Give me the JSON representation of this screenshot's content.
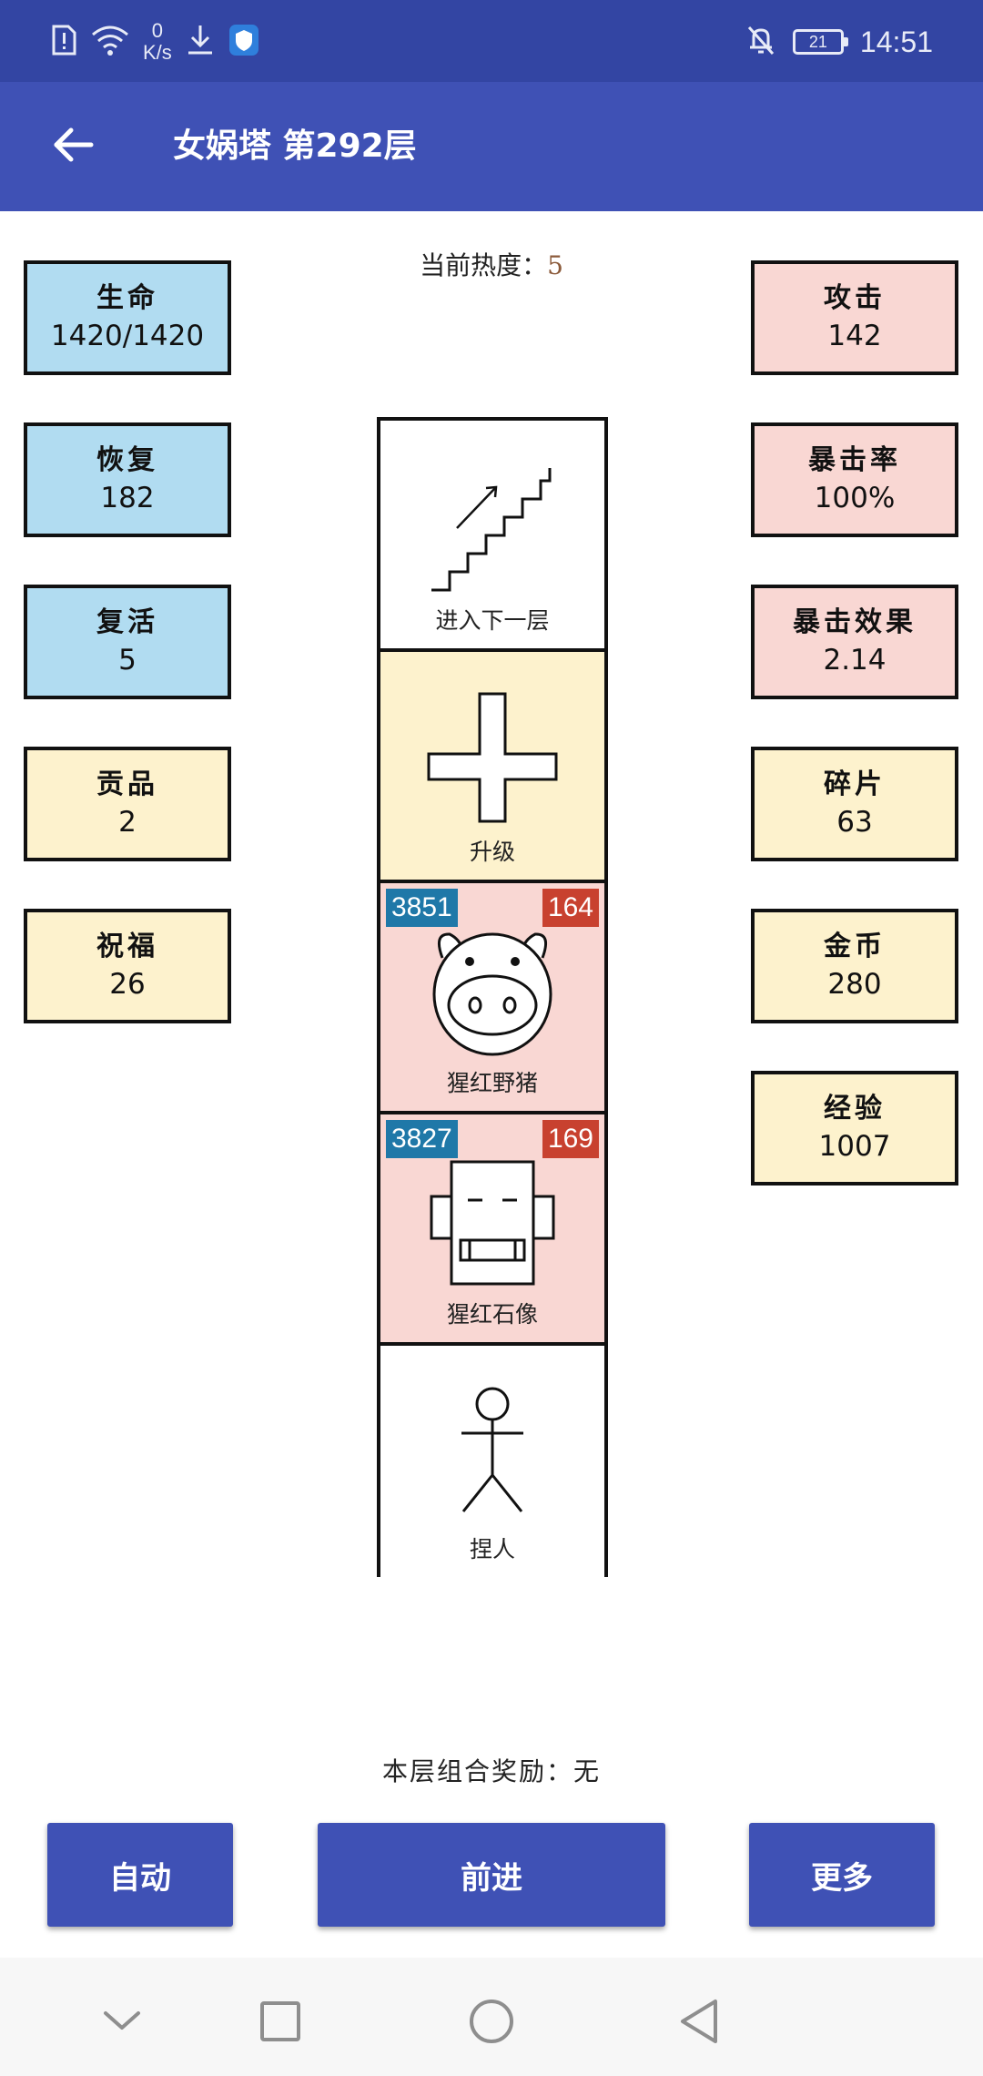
{
  "status_bar": {
    "net_speed_value": "0",
    "net_speed_unit": "K/s",
    "battery": "21",
    "time": "14:51",
    "icons": [
      "alert-icon",
      "wifi-icon",
      "download-icon",
      "shield-icon",
      "bell-off-icon",
      "battery-icon"
    ]
  },
  "app_bar": {
    "title": "女娲塔 第292层",
    "back_icon": "arrow-left-icon"
  },
  "heat": {
    "label": "当前热度：",
    "value": "5"
  },
  "left_stats": [
    {
      "label": "生命",
      "value": "1420/1420",
      "color": "#b1dcf1"
    },
    {
      "label": "恢复",
      "value": "182",
      "color": "#b1dcf1"
    },
    {
      "label": "复活",
      "value": "5",
      "color": "#b1dcf1"
    },
    {
      "label": "贡品",
      "value": "2",
      "color": "#fdf2cd"
    },
    {
      "label": "祝福",
      "value": "26",
      "color": "#fdf2cd"
    }
  ],
  "right_stats": [
    {
      "label": "攻击",
      "value": "142",
      "color": "#f9d7d3"
    },
    {
      "label": "暴击率",
      "value": "100%",
      "color": "#f9d7d3"
    },
    {
      "label": "暴击效果",
      "value": "2.14",
      "color": "#f9d7d3"
    },
    {
      "label": "碎片",
      "value": "63",
      "color": "#fdf2cd"
    },
    {
      "label": "金币",
      "value": "280",
      "color": "#fdf2cd"
    },
    {
      "label": "经验",
      "value": "1007",
      "color": "#fdf2cd"
    }
  ],
  "tower": {
    "cells": [
      {
        "label": "进入下一层",
        "icon": "stairs-icon"
      },
      {
        "label": "升级",
        "icon": "plus-icon"
      },
      {
        "label": "猩红野猪",
        "icon": "pig-icon",
        "hp": "3851",
        "atk": "164"
      },
      {
        "label": "猩红石像",
        "icon": "statue-icon",
        "hp": "3827",
        "atk": "169"
      },
      {
        "label": "捏人",
        "icon": "stick-figure-icon"
      }
    ]
  },
  "reward": {
    "text": "本层组合奖励：无"
  },
  "actions": {
    "auto": "自动",
    "forward": "前进",
    "more": "更多"
  },
  "nav_bar": {
    "icons": [
      "chevron-down-icon",
      "square-icon",
      "circle-icon",
      "triangle-back-icon"
    ]
  }
}
